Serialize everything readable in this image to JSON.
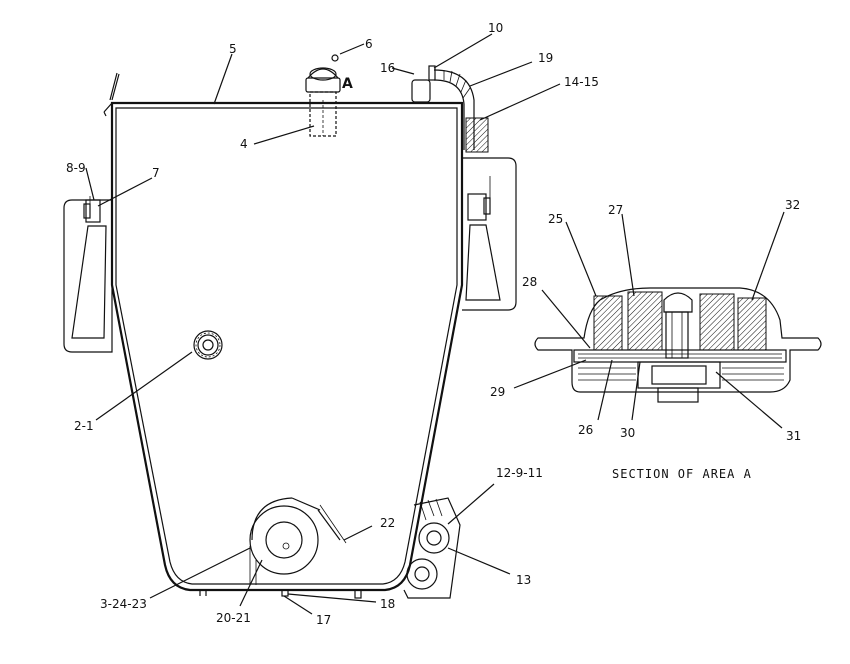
{
  "labels": {
    "l_5": "5",
    "l_6": "6",
    "l_A": "A",
    "l_16": "16",
    "l_10": "10",
    "l_19": "19",
    "l_14_15": "14-15",
    "l_4": "4",
    "l_8_9": "8-9",
    "l_7": "7",
    "l_2_1": "2-1",
    "l_25": "25",
    "l_27": "27",
    "l_32": "32",
    "l_28": "28",
    "l_29": "29",
    "l_26": "26",
    "l_30": "30",
    "l_31": "31",
    "l_12_9_11": "12-9-11",
    "l_22": "22",
    "l_13": "13",
    "l_3_24_23": "3-24-23",
    "l_20_21": "20-21",
    "l_17": "17",
    "l_18": "18"
  },
  "caption": "SECTION OF AREA A"
}
